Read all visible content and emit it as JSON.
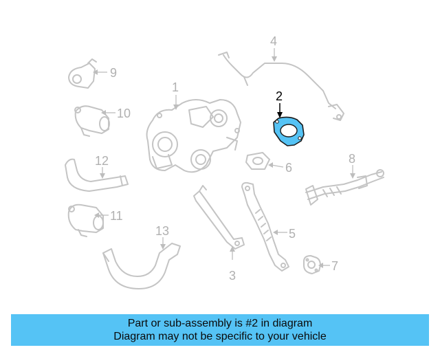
{
  "diagram": {
    "highlight_color": "#55c3f5",
    "callouts": [
      "1",
      "2",
      "3",
      "4",
      "5",
      "6",
      "7",
      "8",
      "9",
      "10",
      "11",
      "12",
      "13"
    ],
    "highlighted_part": "2"
  },
  "banner": {
    "line1": "Part or sub-assembly is #2 in diagram",
    "line2": "Diagram may not be specific to your vehicle",
    "background": "#55c3f5"
  }
}
